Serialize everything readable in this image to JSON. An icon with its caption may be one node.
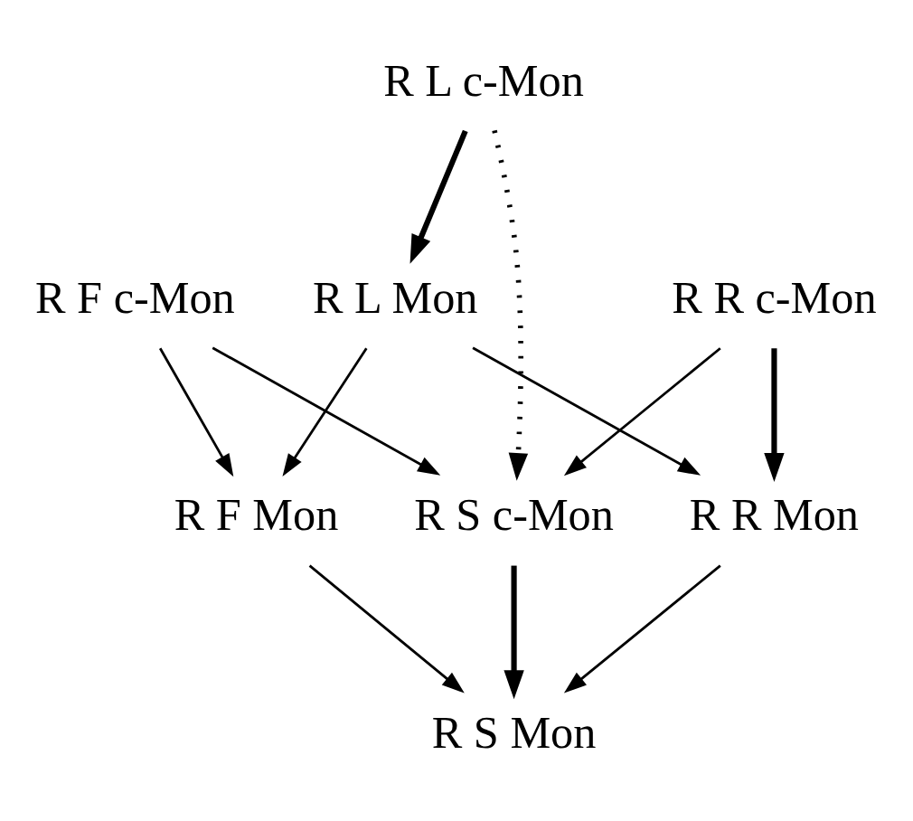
{
  "diagram": {
    "nodes": [
      {
        "text": [
          "R L c-Mon"
        ]
      },
      {
        "text": [
          "R F c-Mon"
        ]
      },
      {
        "text": [
          "R L Mon"
        ]
      },
      {
        "text": [
          "R R c-Mon"
        ]
      },
      {
        "text": [
          "R F Mon"
        ]
      },
      {
        "text": [
          "R S c-Mon"
        ]
      },
      {
        "text": [
          "R R Mon"
        ]
      },
      {
        "text": [
          "R S Mon"
        ]
      }
    ],
    "edges": [
      {
        "from": 0,
        "to": 2,
        "arrow": "to",
        "style": "thick"
      },
      {
        "from": 0,
        "to": 5,
        "arrow": "to",
        "style": "dashed"
      },
      {
        "from": 1,
        "to": 4,
        "arrow": "to"
      },
      {
        "from": 1,
        "to": 5,
        "arrow": "to"
      },
      {
        "from": 2,
        "to": 4,
        "arrow": "to"
      },
      {
        "from": 2,
        "to": 6,
        "arrow": "to"
      },
      {
        "from": 3,
        "to": 5,
        "arrow": "to"
      },
      {
        "from": 3,
        "to": 6,
        "arrow": "to",
        "style": "thick"
      },
      {
        "from": 4,
        "to": 7,
        "arrow": "to"
      },
      {
        "from": 5,
        "to": 7,
        "arrow": "to",
        "style": "thick"
      },
      {
        "from": 6,
        "to": 7,
        "arrow": "to"
      }
    ]
  }
}
